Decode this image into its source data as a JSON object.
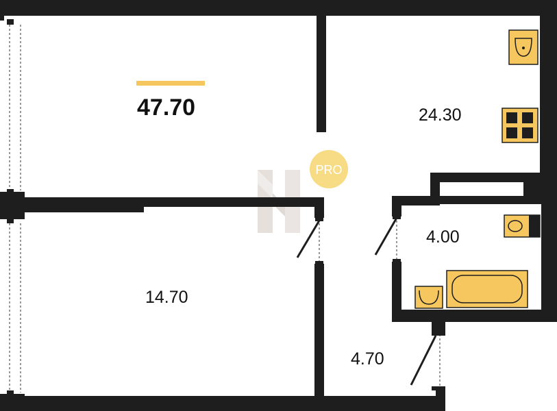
{
  "plan": {
    "total_area": "47.70",
    "rooms": [
      {
        "id": "kitchen-living",
        "area": "24.30"
      },
      {
        "id": "bedroom",
        "area": "14.70"
      },
      {
        "id": "bathroom",
        "area": "4.00"
      },
      {
        "id": "hallway",
        "area": "4.70"
      }
    ],
    "badge_text": "PRO",
    "colors": {
      "wall": "#1e1e1e",
      "fixture": "#f6c75f",
      "accent_bar": "#f6c75f",
      "badge": "#f8dc85"
    }
  }
}
